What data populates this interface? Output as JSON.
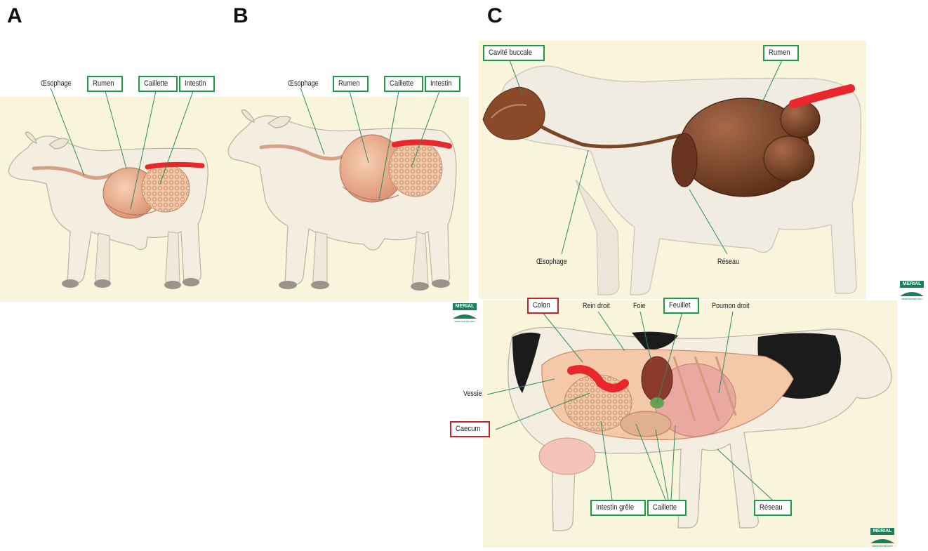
{
  "panels": {
    "a": "A",
    "b": "B",
    "c": "C"
  },
  "panel_a": {
    "oesophage": "Œsophage",
    "rumen": "Rumen",
    "caillette": "Caillette",
    "intestin": "Intestin"
  },
  "panel_b": {
    "oesophage": "Œsophage",
    "rumen": "Rumen",
    "caillette": "Caillette",
    "intestin": "Intestin"
  },
  "panel_c_top": {
    "cavite_buccale": "Cavité buccale",
    "rumen": "Rumen",
    "oesophage": "Œsophage",
    "reseau": "Réseau"
  },
  "panel_c_bottom": {
    "colon": "Colon",
    "rein_droit": "Rein droit",
    "foie": "Foie",
    "feuillet": "Feuillet",
    "poumon_droit": "Poumon droit",
    "vessie": "Vessie",
    "caecum": "Caecum",
    "intestin_grele": "Intestin grêle",
    "caillette": "Caillette",
    "reseau": "Réseau"
  },
  "logo": {
    "text": "MERIAL",
    "url": "www.merial.com"
  },
  "colors": {
    "box_green": "#1e9a4a",
    "box_red": "#c0262d",
    "background_cream": "#f9f4dc",
    "intestine_red": "#e8262b",
    "rumen_pink": "#eeb493",
    "organ_brown": "#7a4426"
  }
}
